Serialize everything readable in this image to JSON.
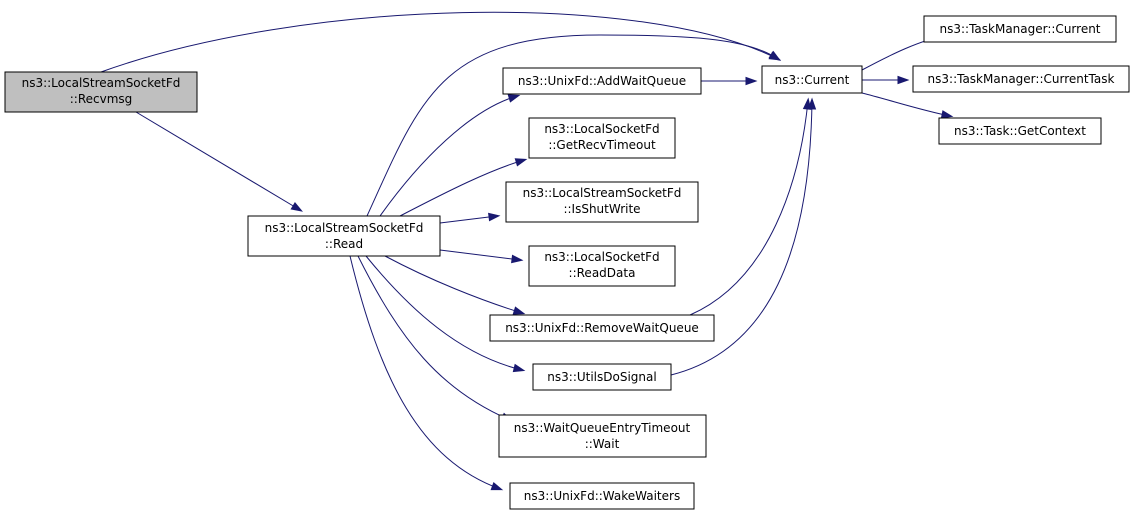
{
  "graph": {
    "edge_color": "#191970",
    "root_fill": "#bfbfbf",
    "node_fill": "#ffffff",
    "nodes": {
      "recvmsg": {
        "lines": [
          "ns3::LocalStreamSocketFd",
          "::Recvmsg"
        ]
      },
      "read": {
        "lines": [
          "ns3::LocalStreamSocketFd",
          "::Read"
        ]
      },
      "addwaitqueue": {
        "lines": [
          "ns3::UnixFd::AddWaitQueue"
        ]
      },
      "getrecvtimeout": {
        "lines": [
          "ns3::LocalSocketFd",
          "::GetRecvTimeout"
        ]
      },
      "isshutwrite": {
        "lines": [
          "ns3::LocalStreamSocketFd",
          "::IsShutWrite"
        ]
      },
      "readdata": {
        "lines": [
          "ns3::LocalSocketFd",
          "::ReadData"
        ]
      },
      "removewaitqueue": {
        "lines": [
          "ns3::UnixFd::RemoveWaitQueue"
        ]
      },
      "utilsdosignal": {
        "lines": [
          "ns3::UtilsDoSignal"
        ]
      },
      "wait": {
        "lines": [
          "ns3::WaitQueueEntryTimeout",
          "::Wait"
        ]
      },
      "wakewaiters": {
        "lines": [
          "ns3::UnixFd::WakeWaiters"
        ]
      },
      "current": {
        "lines": [
          "ns3::Current"
        ]
      },
      "tm_current": {
        "lines": [
          "ns3::TaskManager::Current"
        ]
      },
      "tm_currenttask": {
        "lines": [
          "ns3::TaskManager::CurrentTask"
        ]
      },
      "getcontext": {
        "lines": [
          "ns3::Task::GetContext"
        ]
      }
    },
    "edges": [
      [
        "recvmsg",
        "current"
      ],
      [
        "recvmsg",
        "read"
      ],
      [
        "read",
        "current"
      ],
      [
        "read",
        "addwaitqueue"
      ],
      [
        "read",
        "getrecvtimeout"
      ],
      [
        "read",
        "isshutwrite"
      ],
      [
        "read",
        "readdata"
      ],
      [
        "read",
        "removewaitqueue"
      ],
      [
        "read",
        "utilsdosignal"
      ],
      [
        "read",
        "wait"
      ],
      [
        "read",
        "wakewaiters"
      ],
      [
        "addwaitqueue",
        "current"
      ],
      [
        "removewaitqueue",
        "current"
      ],
      [
        "utilsdosignal",
        "current"
      ],
      [
        "current",
        "tm_current"
      ],
      [
        "current",
        "tm_currenttask"
      ],
      [
        "current",
        "getcontext"
      ]
    ]
  }
}
